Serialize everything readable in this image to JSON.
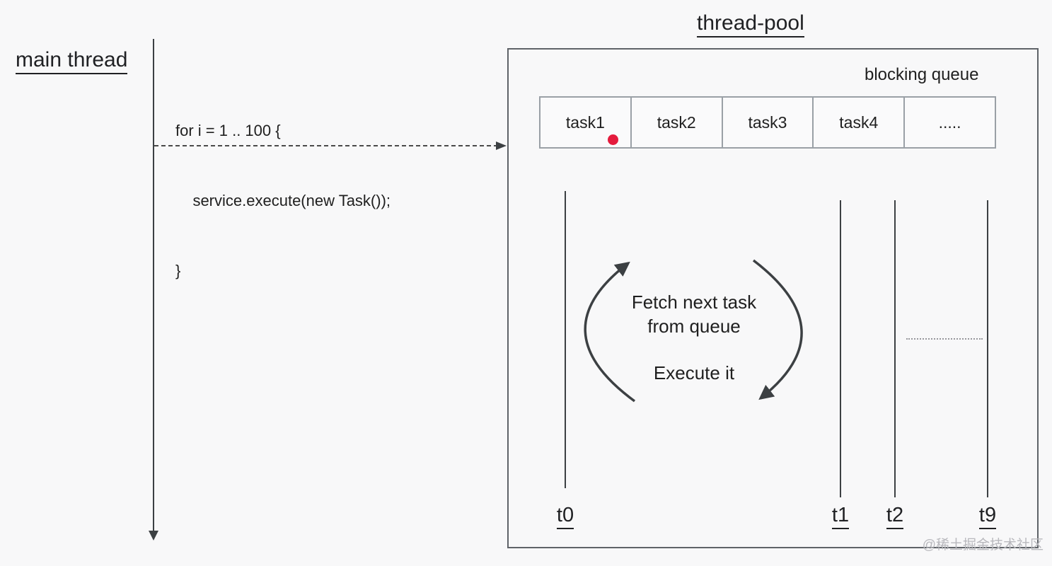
{
  "main_thread": {
    "title": "main thread",
    "code": {
      "line1": "for i = 1 .. 100 {",
      "line2": "    service.execute(new Task());",
      "line3": "}"
    }
  },
  "pool": {
    "title": "thread-pool",
    "queue_label": "blocking queue",
    "cells": [
      "task1",
      "task2",
      "task3",
      "task4",
      "....."
    ],
    "loop": {
      "line1": "Fetch next task",
      "line2": "from queue",
      "line3": "Execute it"
    },
    "threads": [
      "t0",
      "t1",
      "t2",
      "t9"
    ]
  },
  "watermark": "@稀土掘金技术社区",
  "colors": {
    "background": "#f8f8f9",
    "ink": "#202124",
    "line": "#3c4043",
    "box_border": "#5f6368",
    "cell_border": "#9aa0a6",
    "task_marker": "#e41b3d",
    "watermark": "#b8b8bd"
  }
}
